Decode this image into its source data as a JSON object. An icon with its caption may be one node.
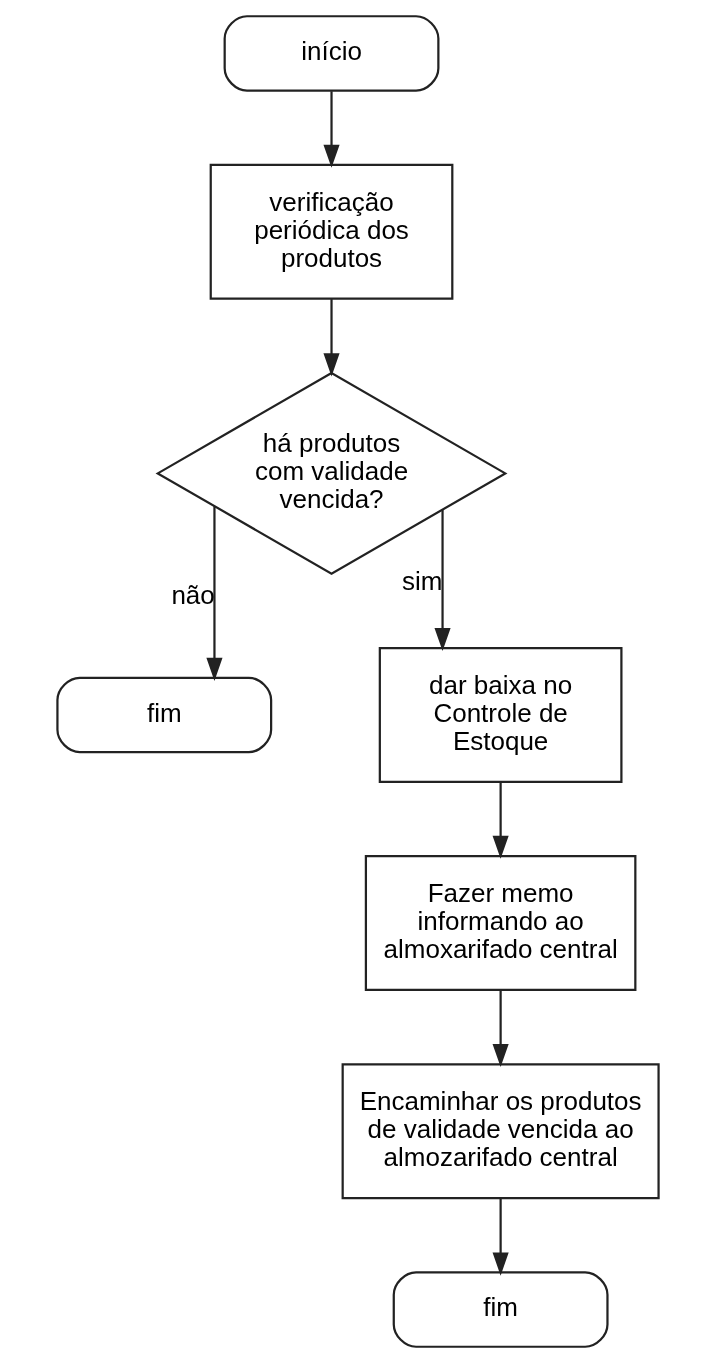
{
  "diagram": {
    "nodes": [
      {
        "text": [
          "início"
        ]
      },
      {
        "text": [
          "verificação periódica dos produtos"
        ]
      },
      {
        "text": [
          "há produtos com validade vencida?"
        ]
      },
      {
        "text": [
          "fim"
        ]
      },
      {
        "text": [
          "dar baixa no Controle de Estoque"
        ]
      },
      {
        "text": [
          "Fazer memo informando ao almoxarifado central"
        ]
      },
      {
        "text": [
          "Encaminhar os produtos de validade vencida ao almozarifado central"
        ]
      },
      {
        "text": [
          "fim"
        ]
      }
    ],
    "edges": [
      {
        "from": 0,
        "to": 1,
        "arrow": "to"
      },
      {
        "from": 1,
        "to": 2,
        "arrow": "to"
      },
      {
        "from": 2,
        "to": 3,
        "arrow": "to",
        "label": "não"
      },
      {
        "from": 2,
        "to": 4,
        "arrow": "to",
        "label": "sim"
      },
      {
        "from": 4,
        "to": 5,
        "arrow": "to"
      },
      {
        "from": 5,
        "to": 6,
        "arrow": "to"
      },
      {
        "from": 6,
        "to": 7,
        "arrow": "to"
      }
    ]
  }
}
